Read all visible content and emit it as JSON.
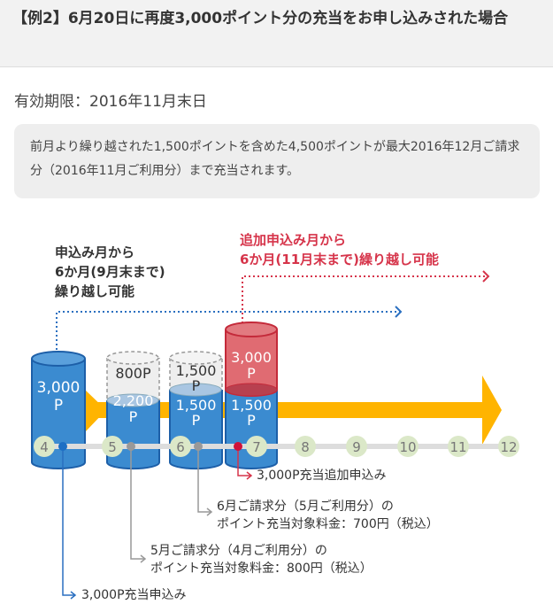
{
  "header": {
    "title": "【例2】6月20日に再度3,000ポイント分の充当をお申し込みされた場合"
  },
  "expiry": "有効期限：2016年11月末日",
  "note": "前月より繰り越された1,500ポイントを含めた4,500ポイントが最大2016年12月ご請求分（2016年11月ご利用分）まで充当されます。",
  "diagram": {
    "carry_black": [
      "申込み月から",
      "6か月(9月末まで)",
      "繰り越し可能"
    ],
    "carry_red": [
      "追加申込み月から",
      "6か月(11月末まで)繰り越し可能"
    ],
    "cyl1": [
      "3,000",
      "P"
    ],
    "cyl2_used": "800P",
    "cyl2": [
      "2,200",
      "P"
    ],
    "cyl3_used": [
      "1,500",
      "P"
    ],
    "cyl3": [
      "1,500",
      "P"
    ],
    "cyl4_top": [
      "3,000",
      "P"
    ],
    "cyl4": [
      "1,500",
      "P"
    ],
    "months": [
      "4",
      "5",
      "6",
      "7",
      "8",
      "9",
      "10",
      "11",
      "12"
    ],
    "events": {
      "red": "3,000P充当追加申込み",
      "june": [
        "6月ご請求分（5月ご利用分）の",
        "ポイント充当対象料金：700円（税込）"
      ],
      "may": [
        "5月ご請求分（4月ご利用分）の",
        "ポイント充当対象料金：800円（税込）"
      ],
      "blue": "3,000P充当申込み"
    },
    "colors": {
      "blue": "#3b8bd0",
      "red": "#d6344a",
      "yellow": "#ffb400",
      "month": "#dbe8c8"
    }
  }
}
